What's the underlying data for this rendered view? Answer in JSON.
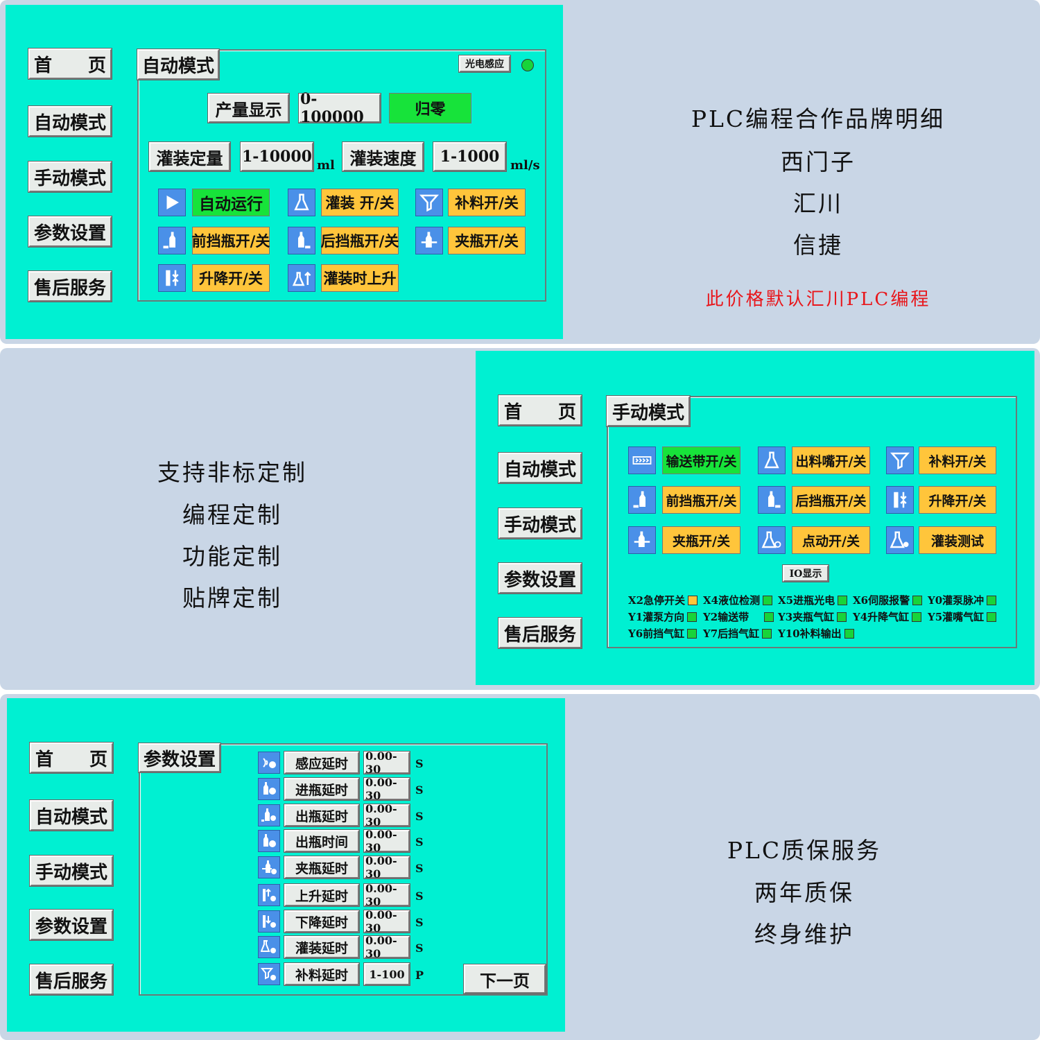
{
  "nav": {
    "home": "首　　页",
    "auto": "自动模式",
    "manual": "手动模式",
    "params": "参数设置",
    "service": "售后服务"
  },
  "auto_screen": {
    "title": "自动模式",
    "sensor_label": "光电感应",
    "sensor_color": "#18d43a",
    "output_label": "产量显示",
    "output_value": "0-100000",
    "reset_label": "归零",
    "fill_amount_label": "灌装定量",
    "fill_amount_value": "1-10000",
    "fill_amount_unit": "ml",
    "fill_speed_label": "灌装速度",
    "fill_speed_value": "1-1000",
    "fill_speed_unit": "ml/s",
    "buttons": {
      "auto_run": "自动运行",
      "fill": "灌装 开/关",
      "feed": "补料开/关",
      "front_stop": "前挡瓶开/关",
      "rear_stop": "后挡瓶开/关",
      "clamp": "夹瓶开/关",
      "lift": "升降开/关",
      "fill_rise": "灌装时上升"
    }
  },
  "brands": {
    "title": "PLC编程合作品牌明细",
    "b1": "西门子",
    "b2": "汇川",
    "b3": "信捷",
    "note": "此价格默认汇川PLC编程",
    "note_color": "#e8161b"
  },
  "custom": {
    "l1": "支持非标定制",
    "l2": "编程定制",
    "l3": "功能定制",
    "l4": "贴牌定制"
  },
  "manual_screen": {
    "title": "手动模式",
    "buttons": {
      "conveyor": "输送带开/关",
      "nozzle": "出料嘴开/关",
      "feed": "补料开/关",
      "front_stop": "前挡瓶开/关",
      "rear_stop": "后挡瓶开/关",
      "lift": "升降开/关",
      "clamp": "夹瓶开/关",
      "jog": "点动开/关",
      "fill_test": "灌装测试"
    },
    "io_label": "IO显示",
    "io": [
      {
        "name": "X2急停开关",
        "color": "#ffc53b"
      },
      {
        "name": "X4液位检测",
        "color": "#18d43a"
      },
      {
        "name": "X5进瓶光电",
        "color": "#18d43a"
      },
      {
        "name": "X6伺服报警",
        "color": "#18d43a"
      },
      {
        "name": "Y0灌泵脉冲",
        "color": "#18d43a"
      },
      {
        "name": "Y1灌泵方向",
        "color": "#18d43a"
      },
      {
        "name": "Y2输送带",
        "color": "#18d43a"
      },
      {
        "name": "Y3夹瓶气缸",
        "color": "#18d43a"
      },
      {
        "name": "Y4升降气缸",
        "color": "#18d43a"
      },
      {
        "name": "Y5灌嘴气缸",
        "color": "#18d43a"
      },
      {
        "name": "Y6前挡气缸",
        "color": "#18d43a"
      },
      {
        "name": "Y7后挡气缸",
        "color": "#18d43a"
      },
      {
        "name": "Y10补料输出",
        "color": "#18d43a"
      }
    ]
  },
  "param_screen": {
    "title": "参数设置",
    "rows": [
      {
        "label": "感应延时",
        "value": "0.00-30",
        "unit": "S"
      },
      {
        "label": "进瓶延时",
        "value": "0.00-30",
        "unit": "S"
      },
      {
        "label": "出瓶延时",
        "value": "0.00-30",
        "unit": "S"
      },
      {
        "label": "出瓶时间",
        "value": "0.00-30",
        "unit": "S"
      },
      {
        "label": "夹瓶延时",
        "value": "0.00-30",
        "unit": "S"
      },
      {
        "label": "上升延时",
        "value": "0.00-30",
        "unit": "S"
      },
      {
        "label": "下降延时",
        "value": "0.00-30",
        "unit": "S"
      },
      {
        "label": "灌装延时",
        "value": "0.00-30",
        "unit": "S"
      },
      {
        "label": "补料延时",
        "value": "1-100",
        "unit": "P"
      }
    ],
    "next_page": "下一页"
  },
  "warranty": {
    "l1": "PLC质保服务",
    "l2": "两年质保",
    "l3": "终身维护"
  }
}
